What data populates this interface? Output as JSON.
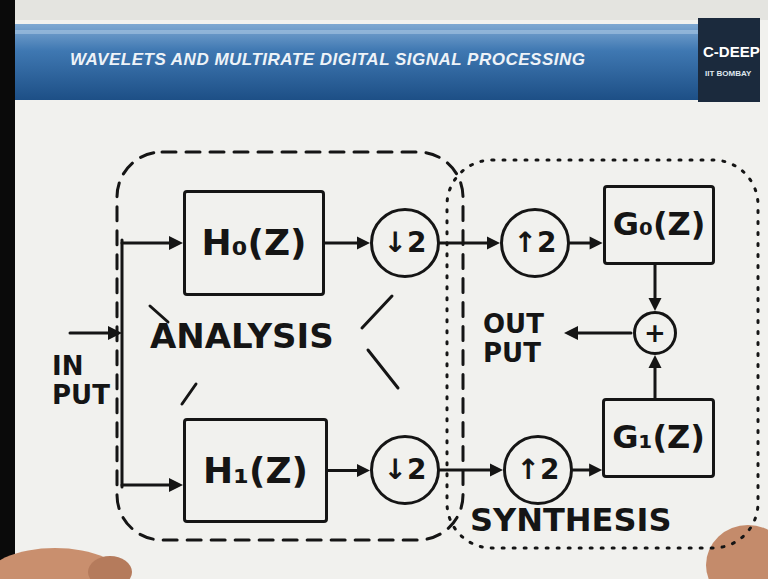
{
  "diagram": {
    "title": "WAVELETS AND MULTIRATE DIGITAL SIGNAL PROCESSING",
    "nodes": [
      {
        "text": [
          "ANALYSIS"
        ]
      },
      {
        "text": [
          "H₀(Z)"
        ],
        "in": 0
      },
      {
        "text": [
          "↓2"
        ],
        "in": 0
      },
      {
        "text": [
          "H₁(Z)"
        ],
        "in": 0
      },
      {
        "text": [
          "↓2"
        ],
        "in": 0
      },
      {
        "text": [
          "SYNTHESIS"
        ]
      },
      {
        "text": [
          "↑2"
        ],
        "in": 5
      },
      {
        "text": [
          "G₀(Z)"
        ],
        "in": 5
      },
      {
        "text": [
          "↑2"
        ],
        "in": 5
      },
      {
        "text": [
          "G₁(Z)"
        ],
        "in": 5
      },
      {
        "text": [
          "+"
        ],
        "in": 5
      }
    ],
    "edges": [
      {
        "from": 1,
        "to": 2,
        "arrow": "to"
      },
      {
        "from": 2,
        "to": 6,
        "arrow": "to"
      },
      {
        "from": 6,
        "to": 7,
        "arrow": "to"
      },
      {
        "from": 7,
        "to": 10,
        "arrow": "to"
      },
      {
        "from": 3,
        "to": 4,
        "arrow": "to"
      },
      {
        "from": 4,
        "to": 8,
        "arrow": "to"
      },
      {
        "from": 8,
        "to": 9,
        "arrow": "to"
      },
      {
        "from": 9,
        "to": 10,
        "arrow": "to"
      }
    ],
    "labels": [
      "IN PUT",
      "OUT PUT",
      "C-DEEP",
      "IIT BOMBAY"
    ]
  }
}
